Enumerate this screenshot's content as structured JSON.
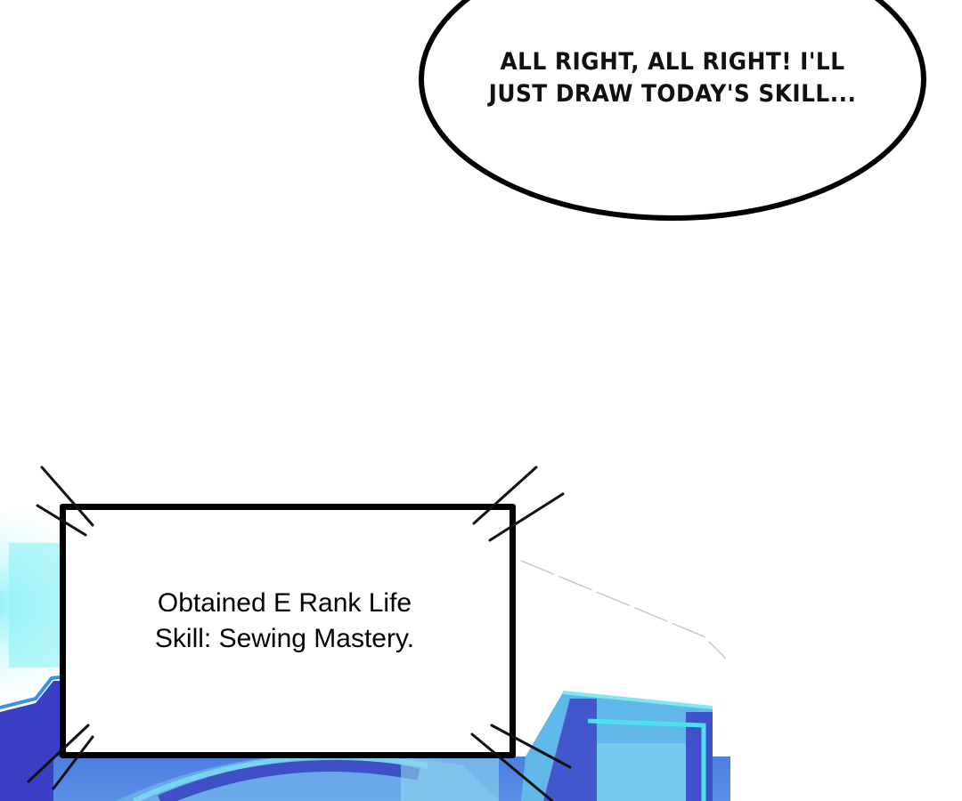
{
  "speech_bubble": {
    "line1": "ALL RIGHT, ALL RIGHT! I'LL",
    "line2": "JUST DRAW TODAY'S SKILL..."
  },
  "system_window": {
    "line1": "Obtained E Rank Life",
    "line2": "Skill: Sewing Mastery."
  },
  "colors": {
    "background": "#ffffff",
    "border": "#000000",
    "holo_cyan": "#7fe8f0",
    "holo_blue": "#4a6fd6",
    "holo_indigo": "#3a3fc0"
  }
}
